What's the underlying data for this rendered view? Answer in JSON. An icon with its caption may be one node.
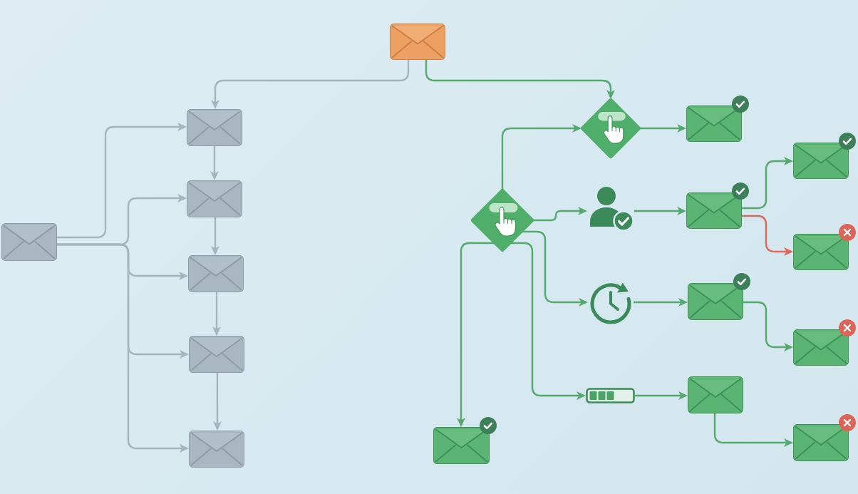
{
  "diagram": {
    "nodes": [
      {
        "text": [],
        "shape": "envelope"
      },
      {
        "text": [],
        "shape": "envelope"
      },
      {
        "text": [],
        "shape": "envelope"
      },
      {
        "text": [],
        "shape": "envelope"
      },
      {
        "text": [],
        "shape": "envelope"
      },
      {
        "text": [],
        "shape": "envelope"
      },
      {
        "text": [],
        "shape": "envelope"
      },
      {
        "text": [],
        "shape": "diamond"
      },
      {
        "text": [],
        "shape": "envelope"
      },
      {
        "text": [],
        "shape": "diamond"
      },
      {
        "text": [],
        "shape": "person"
      },
      {
        "text": [],
        "shape": "envelope"
      },
      {
        "text": [],
        "shape": "envelope"
      },
      {
        "text": [],
        "shape": "envelope"
      },
      {
        "text": [],
        "shape": "clock"
      },
      {
        "text": [],
        "shape": "envelope"
      },
      {
        "text": [],
        "shape": "envelope"
      },
      {
        "text": [],
        "shape": "bar"
      },
      {
        "text": [],
        "shape": "envelope"
      },
      {
        "text": [],
        "shape": "envelope"
      },
      {
        "text": [],
        "shape": "envelope"
      }
    ],
    "edges": [
      {
        "from": 0,
        "to": 2,
        "arrow": "to",
        "color": "#a6b4be"
      },
      {
        "from": 1,
        "to": 2,
        "arrow": "to",
        "color": "#a6b4be"
      },
      {
        "from": 1,
        "to": 3,
        "arrow": "to",
        "color": "#a6b4be"
      },
      {
        "from": 1,
        "to": 4,
        "arrow": "to",
        "color": "#a6b4be"
      },
      {
        "from": 1,
        "to": 5,
        "arrow": "to",
        "color": "#a6b4be"
      },
      {
        "from": 1,
        "to": 6,
        "arrow": "to",
        "color": "#a6b4be"
      },
      {
        "from": 2,
        "to": 3,
        "arrow": "to",
        "color": "#a6b4be"
      },
      {
        "from": 3,
        "to": 4,
        "arrow": "to",
        "color": "#a6b4be"
      },
      {
        "from": 4,
        "to": 5,
        "arrow": "to",
        "color": "#a6b4be"
      },
      {
        "from": 5,
        "to": 6,
        "arrow": "to",
        "color": "#a6b4be"
      },
      {
        "from": 0,
        "to": 7,
        "arrow": "to"
      },
      {
        "from": 9,
        "to": 7,
        "arrow": "to"
      },
      {
        "from": 7,
        "to": 8,
        "arrow": "to"
      },
      {
        "from": 9,
        "to": 10,
        "arrow": "to"
      },
      {
        "from": 10,
        "to": 11,
        "arrow": "to"
      },
      {
        "from": 11,
        "to": 12,
        "arrow": "to"
      },
      {
        "from": 11,
        "to": 13,
        "arrow": "to",
        "color": "#d96a5e"
      },
      {
        "from": 9,
        "to": 14,
        "arrow": "to"
      },
      {
        "from": 14,
        "to": 15,
        "arrow": "to"
      },
      {
        "from": 15,
        "to": 16,
        "arrow": "to"
      },
      {
        "from": 9,
        "to": 17,
        "arrow": "to"
      },
      {
        "from": 17,
        "to": 18,
        "arrow": "to"
      },
      {
        "from": 18,
        "to": 19,
        "arrow": "to"
      },
      {
        "from": 9,
        "to": 20,
        "arrow": "to"
      }
    ]
  }
}
